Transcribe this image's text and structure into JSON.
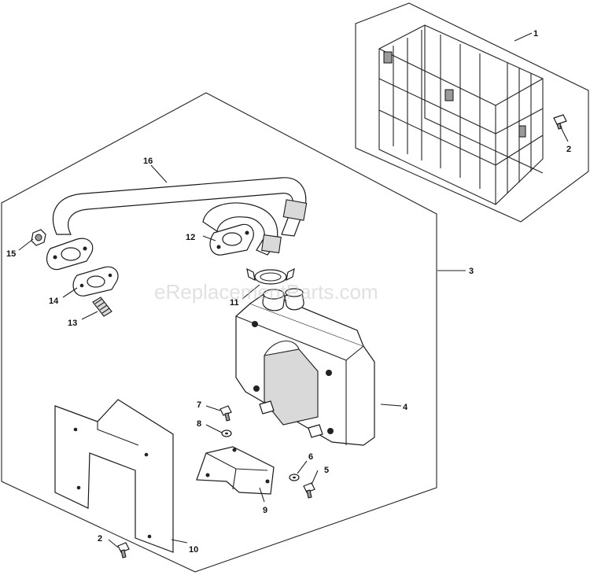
{
  "watermark": "eReplacementParts.com",
  "callouts": [
    {
      "id": "c1",
      "label": "1"
    },
    {
      "id": "c2a",
      "label": "2"
    },
    {
      "id": "c3",
      "label": "3"
    },
    {
      "id": "c4",
      "label": "4"
    },
    {
      "id": "c5",
      "label": "5"
    },
    {
      "id": "c6",
      "label": "6"
    },
    {
      "id": "c7",
      "label": "7"
    },
    {
      "id": "c8",
      "label": "8"
    },
    {
      "id": "c9",
      "label": "9"
    },
    {
      "id": "c10",
      "label": "10"
    },
    {
      "id": "c11",
      "label": "11"
    },
    {
      "id": "c12",
      "label": "12"
    },
    {
      "id": "c13",
      "label": "13"
    },
    {
      "id": "c14",
      "label": "14"
    },
    {
      "id": "c15",
      "label": "15"
    },
    {
      "id": "c16",
      "label": "16"
    },
    {
      "id": "c2b",
      "label": "2"
    }
  ]
}
